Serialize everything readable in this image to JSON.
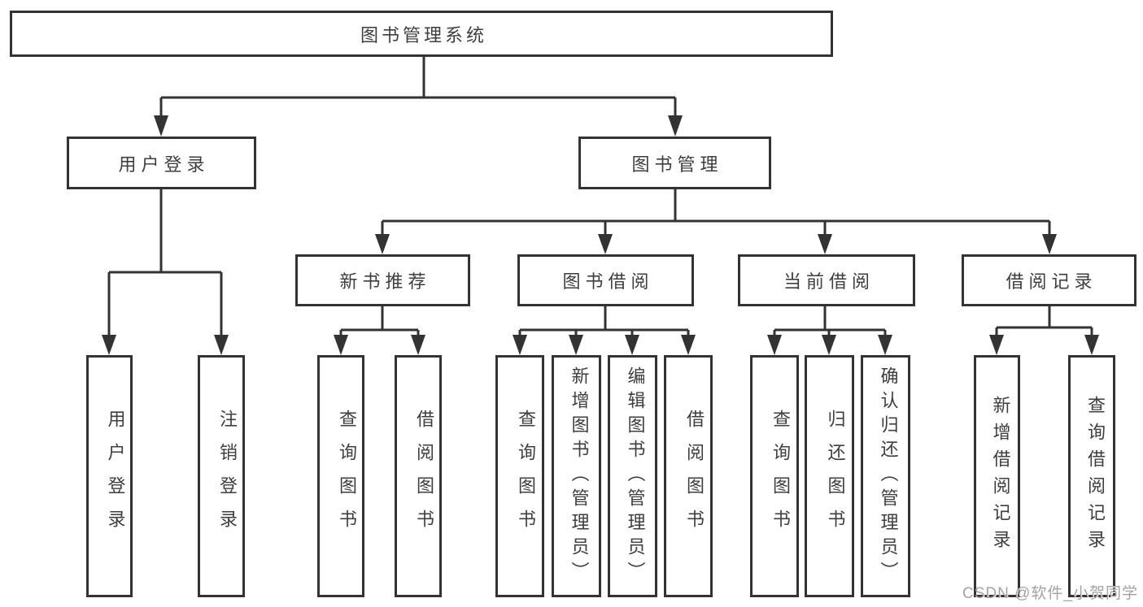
{
  "diagram_title": "图书管理系统",
  "colors": {
    "line": "#333333",
    "box_border": "#333333",
    "text": "#3e3e3e",
    "background": "#ffffff",
    "watermark": "#a3a3a3"
  },
  "tree": {
    "label": "图书管理系统",
    "children": [
      {
        "label": "用户登录",
        "children": [
          {
            "label": "用户登录"
          },
          {
            "label": "注销登录"
          }
        ]
      },
      {
        "label": "图书管理",
        "children": [
          {
            "label": "新书推荐",
            "children": [
              {
                "label": "查询图书"
              },
              {
                "label": "借阅图书"
              }
            ]
          },
          {
            "label": "图书借阅",
            "children": [
              {
                "label": "查询图书"
              },
              {
                "label": "新增图书（管理员）"
              },
              {
                "label": "编辑图书（管理员）"
              },
              {
                "label": "借阅图书"
              }
            ]
          },
          {
            "label": "当前借阅",
            "children": [
              {
                "label": "查询图书"
              },
              {
                "label": "归还图书"
              },
              {
                "label": "确认归还（管理员）"
              }
            ]
          },
          {
            "label": "借阅记录",
            "children": [
              {
                "label": "新增借阅记录"
              },
              {
                "label": "查询借阅记录"
              }
            ]
          }
        ]
      }
    ]
  },
  "watermark": {
    "text": "CSDN @软件_小贺同学"
  }
}
